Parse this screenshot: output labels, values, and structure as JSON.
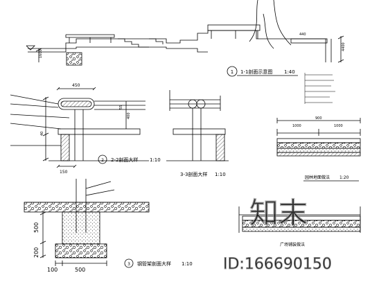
{
  "drawing": {
    "section_1": {
      "number": "1",
      "title": "1-1剖面示意图",
      "scale": "1:40"
    },
    "detail_2": {
      "number": "2",
      "title": "2-2剖面大样",
      "scale": "1:10"
    },
    "detail_3": {
      "title": "3-3剖面大样",
      "scale": "1:10"
    },
    "detail_4": {
      "number": "3",
      "title": "钢管架剖面大样",
      "scale": "1:10"
    },
    "detail_5": {
      "title": "园林地面做法",
      "scale": "1:20"
    },
    "detail_6": {
      "title": "广场铺装做法"
    },
    "dims": {
      "d450": "450",
      "d150": "150",
      "d400": "400",
      "d55": "55",
      "d40": "40",
      "d500_v": "500",
      "d200_v": "200",
      "d100": "100",
      "d500_h": "500",
      "d1000_a": "1000",
      "d1000_b": "1000",
      "d900": "900",
      "d4400": "4400",
      "d1600": "1600",
      "d440": "440"
    }
  },
  "watermark": {
    "logo": "知末",
    "id_text": "ID:166690150"
  }
}
